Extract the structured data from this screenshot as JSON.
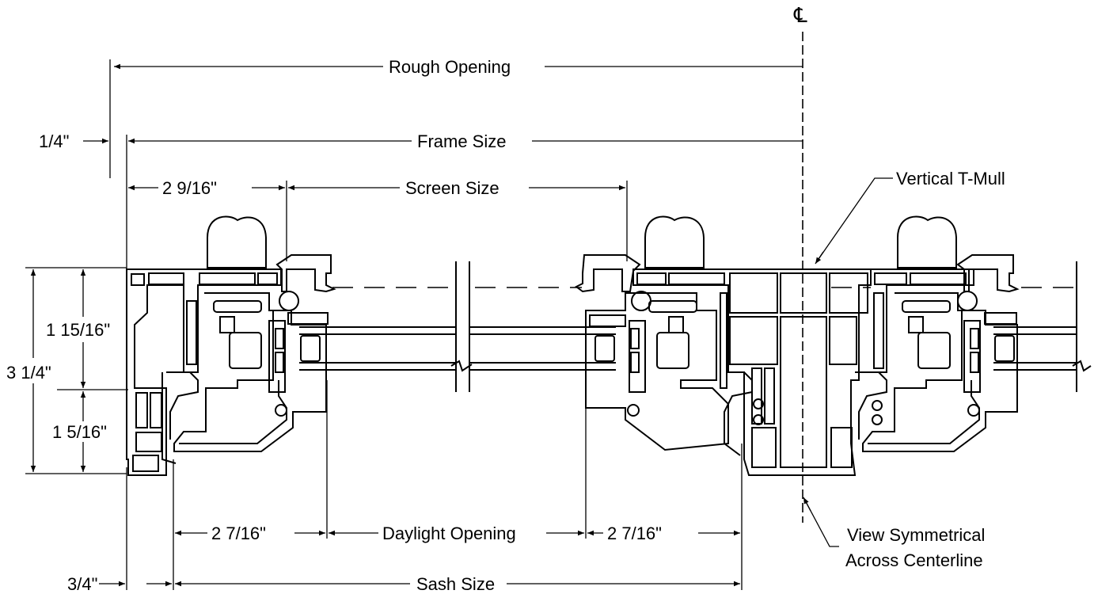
{
  "labels": {
    "centerline": "℄",
    "rough_opening": "Rough Opening",
    "quarter_inch": "1/4\"",
    "frame_size": "Frame Size",
    "two_9_16": "2 9/16\"",
    "screen_size": "Screen Size",
    "vertical_t_mull": "Vertical T-Mull",
    "one_15_16": "1 15/16\"",
    "three_1_4": "3 1/4\"",
    "one_5_16": "1 5/16\"",
    "two_7_16_left": "2 7/16\"",
    "daylight_opening": "Daylight Opening",
    "two_7_16_right": "2 7/16\"",
    "view_symmetrical_line1": "View Symmetrical",
    "view_symmetrical_line2": "Across Centerline",
    "three_quarter": "3/4\"",
    "sash_size": "Sash Size"
  }
}
